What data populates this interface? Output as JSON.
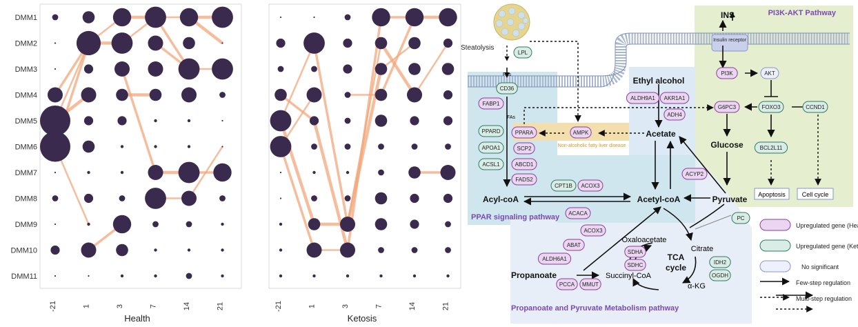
{
  "bubble_charts": {
    "row_labels": [
      "DMM1",
      "DMM2",
      "DMM3",
      "DMM4",
      "DMM5",
      "DMM6",
      "DMM7",
      "DMM8",
      "DMM9",
      "DMM10",
      "DMM11"
    ],
    "col_labels": [
      "-21",
      "1",
      "3",
      "7",
      "14",
      "21"
    ],
    "panels": [
      {
        "xlabel": "Health"
      },
      {
        "xlabel": "Ketosis"
      }
    ]
  },
  "chart_data": [
    {
      "type": "scatter",
      "xlabel": "Health",
      "categories": [
        "-21",
        "1",
        "3",
        "7",
        "14",
        "21"
      ],
      "rows": [
        "DMM1",
        "DMM2",
        "DMM3",
        "DMM4",
        "DMM5",
        "DMM6",
        "DMM7",
        "DMM8",
        "DMM9",
        "DMM10",
        "DMM11"
      ],
      "sizes": [
        [
          2,
          4,
          6,
          7,
          6,
          7
        ],
        [
          0.5,
          8,
          7,
          5,
          4,
          0.5
        ],
        [
          0.5,
          3,
          5,
          5,
          7,
          7
        ],
        [
          5,
          5,
          4,
          4,
          5,
          2
        ],
        [
          10,
          3,
          3,
          1,
          1,
          0.5
        ],
        [
          10,
          4,
          1,
          1,
          1,
          0.5
        ],
        [
          0.5,
          1,
          1,
          5,
          7,
          6
        ],
        [
          2,
          3,
          2,
          7,
          5,
          2
        ],
        [
          0.5,
          1,
          6,
          2,
          2,
          1
        ],
        [
          3,
          5,
          4,
          1,
          1,
          1
        ],
        [
          0.5,
          0.5,
          1,
          1,
          2,
          1
        ]
      ]
    },
    {
      "type": "scatter",
      "xlabel": "Ketosis",
      "categories": [
        "-21",
        "1",
        "3",
        "7",
        "14",
        "21"
      ],
      "rows": [
        "DMM1",
        "DMM2",
        "DMM3",
        "DMM4",
        "DMM5",
        "DMM6",
        "DMM7",
        "DMM8",
        "DMM9",
        "DMM10",
        "DMM11"
      ],
      "sizes": [
        [
          0.5,
          0.5,
          2,
          6,
          6,
          6
        ],
        [
          3,
          7,
          3,
          4,
          4,
          3
        ],
        [
          2,
          2,
          3,
          4,
          4,
          4
        ],
        [
          4,
          5,
          2,
          4,
          5,
          3
        ],
        [
          7,
          3,
          2,
          4,
          3,
          3
        ],
        [
          7,
          2,
          2,
          2,
          2,
          2
        ],
        [
          0.5,
          1,
          1,
          2,
          4,
          5
        ],
        [
          0.5,
          2,
          2,
          4,
          3,
          3
        ],
        [
          1,
          4,
          5,
          4,
          3,
          2
        ],
        [
          1,
          5,
          5,
          2,
          2,
          2
        ],
        [
          1,
          1,
          1,
          1,
          1,
          1
        ]
      ]
    }
  ],
  "pathway": {
    "regions": {
      "pi3k": "PI3K-AKT Pathway",
      "ppar": "PPAR signaling pathway",
      "propanoate": "Propanoate and Pyruvate Metabolism pathway",
      "nafld": "Non-alcoholic fatty liver disease"
    },
    "labels": {
      "steatolysis": "Steatolysis",
      "fas1": "FAs",
      "fas2": "FAs",
      "ins": "INS",
      "insulin_receptor": "Insulin receptor",
      "ethyl_alcohol": "Ethyl alcohol",
      "acetate": "Acetate",
      "glucose": "Glucose",
      "acyl_coa": "Acyl-coA",
      "acetyl_coa": "Acetyl-coA",
      "pyruvate": "Pyruvate",
      "oxaloacetate": "Oxaloacetate",
      "citrate": "Citrate",
      "tca": "TCA",
      "cycle": "cycle",
      "akg": "α-KG",
      "succinyl": "Succinyl-CoA",
      "propanoate": "Propanoate",
      "apoptosis": "Apoptosis",
      "cell_cycle": "Cell cycle"
    },
    "genes": {
      "LPL": "LPL",
      "CD36": "CD36",
      "FABP1": "FABP1",
      "PPARD": "PPARD",
      "APOA1": "APOA1",
      "ACSL1": "ACSL1",
      "PPARA": "PPARA",
      "SCP2": "SCP2",
      "ABCD1": "ABCD1",
      "FADS2": "FADS2",
      "AMPK": "AMPK",
      "ALDH9A1": "ALDH9A1",
      "AKR1A1": "AKR1A1",
      "ADH4": "ADH4",
      "PI3K": "PI3K",
      "AKT": "AKT",
      "G6PC3": "G6PC3",
      "FOXO3": "FOXO3",
      "CCND1": "CCND1",
      "BCL2L11": "BCL2L11",
      "ACYP2": "ACYP2",
      "CPT1B": "CPT1B",
      "ACOX3a": "ACOX3",
      "ACACA": "ACACA",
      "PC": "PC",
      "ACOX3b": "ACOX3",
      "ABAT": "ABAT",
      "ALDH6A1": "ALDH6A1",
      "SDHA": "SDHA",
      "SDHC": "SDHC",
      "IDH2": "IDH2",
      "OGDH": "OGDH",
      "PCCA": "PCCA",
      "MMUT": "MMUT"
    },
    "legend": {
      "up_health": "Upregulated gene (Health)",
      "up_ketosis": "Upregulated gene (Ketosis)",
      "no_sig": "No significant",
      "few_step": "Few-step regulation",
      "multi_step": "Multi-step regulation"
    },
    "colors": {
      "health_fill": "#ead6f0",
      "health_stroke": "#8a3f9a",
      "ketosis_fill": "#d9ece6",
      "ketosis_stroke": "#2f7a63",
      "nosig_fill": "#eef1fb",
      "nosig_stroke": "#8a94c7",
      "bubble": "#3a2a4d",
      "line": "#f2a77a"
    }
  }
}
